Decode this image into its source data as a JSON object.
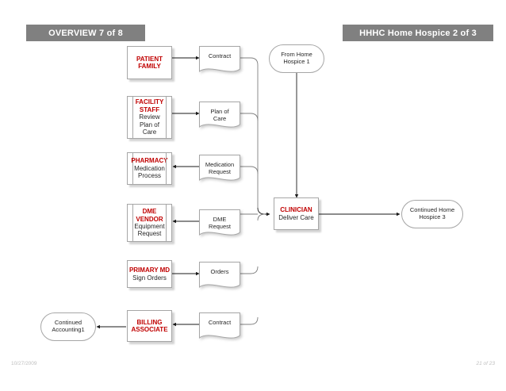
{
  "slide": {
    "banner_left": "OVERVIEW 7 of 8",
    "banner_right": "HHHC Home Hospice 2 of 3",
    "footer_date": "10/27/2009",
    "footer_page": "21 of 23",
    "accent_color": "#c00000",
    "banner_color": "#808080",
    "text_color": "#262626",
    "footer_color": "#bfbfbf"
  },
  "roles": [
    {
      "id": "patient-family",
      "title": "PATIENT",
      "lines": [
        "FAMILY"
      ],
      "title_lines": [
        "PATIENT",
        "FAMILY"
      ],
      "sub": [],
      "shape": "process"
    },
    {
      "id": "facility-staff",
      "title": "FACILITY STAFF",
      "title_lines": [
        "FACILITY",
        "STAFF"
      ],
      "sub": [
        "Review",
        "Plan of",
        "Care"
      ],
      "shape": "predefined-process"
    },
    {
      "id": "pharmacy",
      "title": "PHARMACY",
      "title_lines": [
        "PHARMACY"
      ],
      "sub": [
        "Medication",
        "Process"
      ],
      "shape": "predefined-process"
    },
    {
      "id": "dme-vendor",
      "title": "DME VENDOR",
      "title_lines": [
        "DME",
        "VENDOR"
      ],
      "sub": [
        "Equipment",
        "Request"
      ],
      "shape": "predefined-process"
    },
    {
      "id": "primary-md",
      "title": "PRIMARY MD",
      "title_lines": [
        "PRIMARY MD"
      ],
      "sub": [
        "Sign Orders"
      ],
      "shape": "process"
    },
    {
      "id": "billing-associate",
      "title": "BILLING ASSOCIATE",
      "title_lines": [
        "BILLING",
        "ASSOCIATE"
      ],
      "sub": [],
      "shape": "process"
    }
  ],
  "documents": [
    {
      "id": "doc-contract-top",
      "lines": [
        "Contract"
      ]
    },
    {
      "id": "doc-plan-of-care",
      "lines": [
        "Plan of",
        "Care"
      ]
    },
    {
      "id": "doc-medication-req",
      "lines": [
        "Medication",
        "Request"
      ]
    },
    {
      "id": "doc-dme-request",
      "lines": [
        "DME",
        "Request"
      ]
    },
    {
      "id": "doc-orders",
      "lines": [
        "Orders"
      ]
    },
    {
      "id": "doc-contract-bottom",
      "lines": [
        "Contract"
      ]
    }
  ],
  "clinician": {
    "title": "CLINICIAN",
    "sub": "Deliver Care"
  },
  "terminators": [
    {
      "id": "from-home-hospice-1",
      "lines": [
        "From Home",
        "Hospice 1"
      ]
    },
    {
      "id": "continued-home-hospice-3",
      "lines": [
        "Continued Home",
        "Hospice 3"
      ]
    },
    {
      "id": "continued-accounting-1",
      "lines": [
        "Continued",
        "Accounting1"
      ]
    }
  ],
  "connectors": [
    {
      "id": "patient-family-to-contract",
      "type": "double-arrow"
    },
    {
      "id": "facility-staff-to-plan-of-care",
      "type": "double-arrow"
    },
    {
      "id": "medication-request-to-pharmacy",
      "type": "single-arrow-left"
    },
    {
      "id": "dme-request-to-dme-vendor",
      "type": "single-arrow-left"
    },
    {
      "id": "primary-md-to-orders",
      "type": "double-arrow"
    },
    {
      "id": "contract-to-billing-associate",
      "type": "single-arrow-left"
    },
    {
      "id": "from-home-hospice-1-to-clinician",
      "type": "single-arrow-down"
    },
    {
      "id": "documents-trunk-to-clinician",
      "type": "single-arrow-right"
    },
    {
      "id": "clinician-to-continued-home-hospice-3",
      "type": "single-arrow-right"
    },
    {
      "id": "billing-associate-to-continued-accounting-1",
      "type": "single-arrow-left"
    }
  ]
}
